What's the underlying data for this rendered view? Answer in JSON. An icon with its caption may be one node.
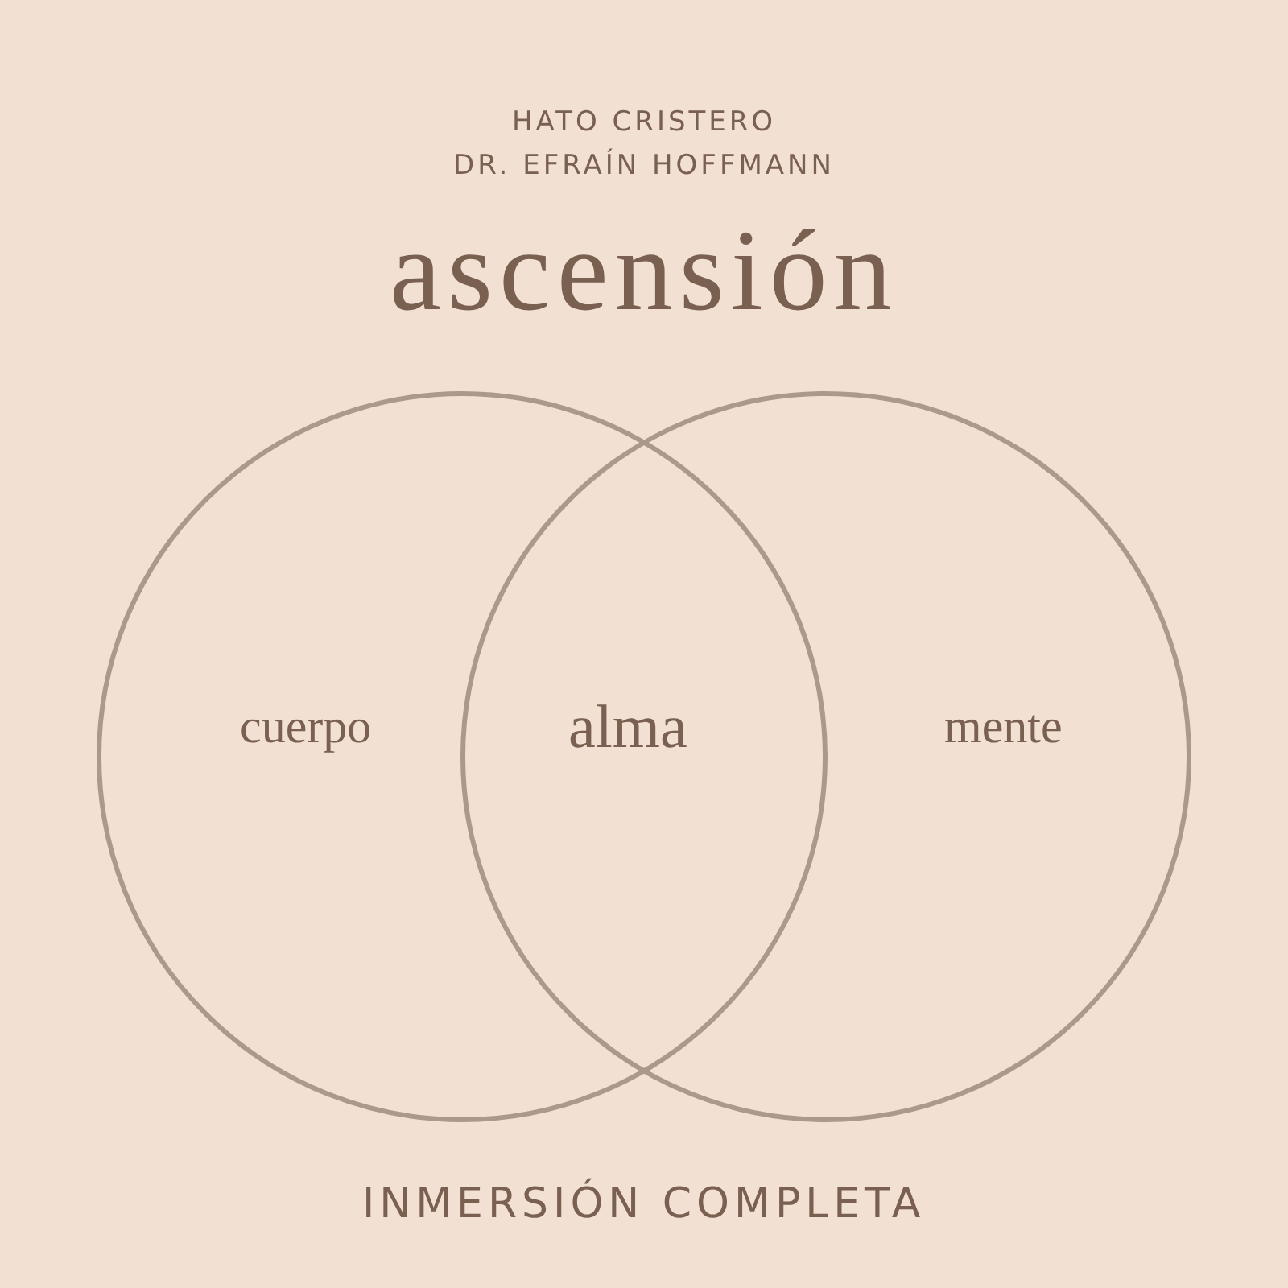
{
  "diagram": {
    "title": "ascensión",
    "nodes": [
      {
        "text": [
          "cuerpo"
        ]
      },
      {
        "text": [
          "mente"
        ]
      }
    ],
    "edges": [],
    "labels": [
      "HATO CRISTERO",
      "DR. EFRAÍN HOFFMANN",
      "alma"
    ],
    "caption": "INMERSIÓN COMPLETA"
  }
}
